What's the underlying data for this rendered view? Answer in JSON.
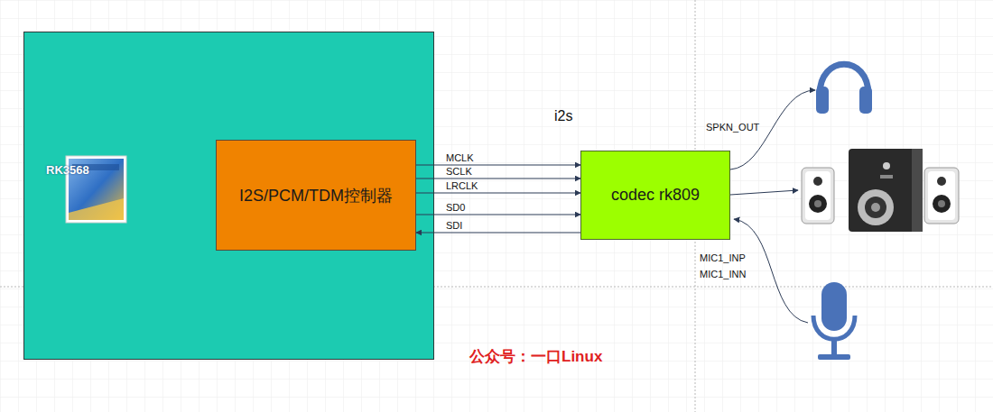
{
  "diagram": {
    "nodes": [
      {
        "text": [
          "RK3568"
        ]
      },
      {
        "text": [
          "I2S/PCM/TDM控制器"
        ],
        "in": 0
      },
      {
        "text": [
          "codec rk809"
        ]
      }
    ],
    "edges": [
      {
        "from": 1,
        "to": 2,
        "label": "MCLK",
        "arrow": "to"
      },
      {
        "from": 1,
        "to": 2,
        "label": "SCLK",
        "arrow": "to"
      },
      {
        "from": 1,
        "to": 2,
        "label": "LRCLK",
        "arrow": "to"
      },
      {
        "from": 1,
        "to": 2,
        "label": "SD0",
        "arrow": "to"
      },
      {
        "from": 2,
        "to": 1,
        "label": "SDI",
        "arrow": "to"
      }
    ],
    "labels": [
      "i2s",
      "SPKN_OUT",
      "MIC1_INP",
      "MIC1_INN",
      "公众号：一口Linux"
    ]
  }
}
